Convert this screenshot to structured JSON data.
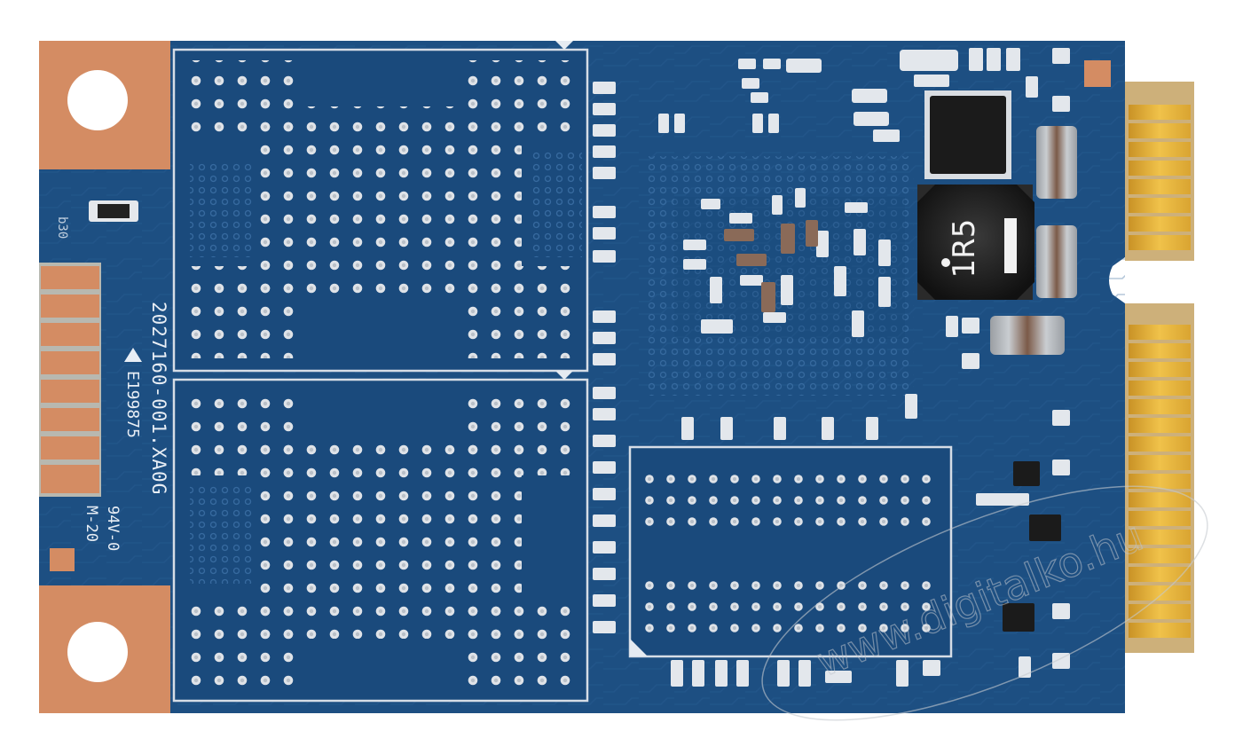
{
  "board": {
    "part_number": "2027160-001.XA0G",
    "cert_code": "E199875",
    "flame_rating": "94V-0",
    "layer_mark": "M-20",
    "side_mark": "b30"
  },
  "inductor": {
    "label": "1R5"
  },
  "watermark": {
    "text": "www.digitalko.hu"
  },
  "colors": {
    "pcb": "#1d4f82",
    "pcb_dark": "#164170",
    "copper": "#d48c63",
    "gold": "#e7b43a",
    "silkscreen": "#e8eef5",
    "pad": "#d8dde3",
    "chip": "#1b1b1b"
  }
}
